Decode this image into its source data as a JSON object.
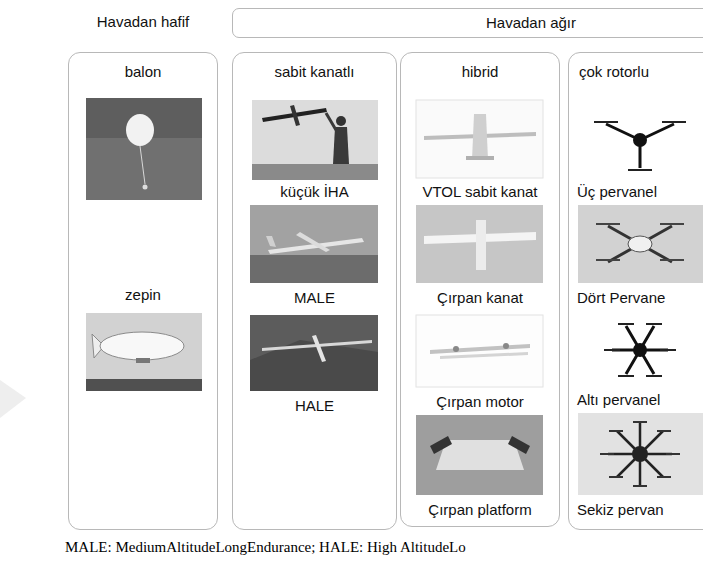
{
  "diagram": {
    "caption": "MALE: MediumAltitudeLongEndurance; HALE: High AltitudeLo",
    "nodes": [
      {
        "text": [
          "Havadan hafif",
          "balon",
          "zepin"
        ]
      },
      {
        "text": [
          "Havadan ağır"
        ]
      },
      {
        "text": [
          "sabit kanatlı",
          "küçük İHA",
          "MALE",
          "HALE"
        ]
      },
      {
        "text": [
          "hibrid",
          "VTOL sabit kanat",
          "Çırpan kanat",
          "Çırpan motor",
          "Çırpan platform"
        ]
      },
      {
        "text": [
          "çok rotorlu",
          "Üç pervanel",
          "Dört Pervane",
          "Altı pervanel",
          "Sekiz pervan"
        ]
      }
    ]
  }
}
